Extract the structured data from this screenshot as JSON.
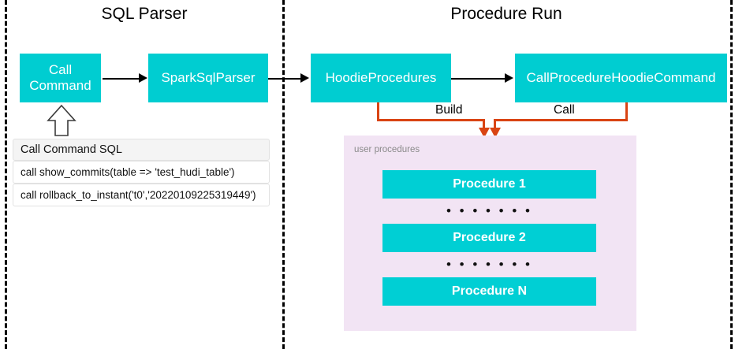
{
  "sections": [
    {
      "title": "SQL Parser"
    },
    {
      "title": "Procedure Run"
    }
  ],
  "nodes": {
    "call_command": "Call\nCommand",
    "call_command_line1": "Call",
    "call_command_line2": "Command",
    "spark_sql_parser": "SparkSqlParser",
    "hoodie_procedures": "HoodieProcedures",
    "call_procedure_hoodie_command": "CallProcedureHoodieCommand"
  },
  "edges": {
    "build_label": "Build",
    "call_label": "Call"
  },
  "sql_table": {
    "header": "Call Command SQL",
    "rows": [
      "call show_commits(table => 'test_hudi_table')",
      "call rollback_to_instant('t0','20220109225319449')"
    ]
  },
  "procedures_panel": {
    "label": "user procedures",
    "items": [
      "Procedure 1",
      "Procedure 2",
      "Procedure N"
    ],
    "separator": "• • • • • • •"
  },
  "colors": {
    "node_fill": "#00cfd4",
    "node_text": "#ffffff",
    "panel_fill": "#f2e4f4",
    "edge_orange": "#d94413",
    "edge_black": "#000000",
    "divider": "#000000"
  }
}
